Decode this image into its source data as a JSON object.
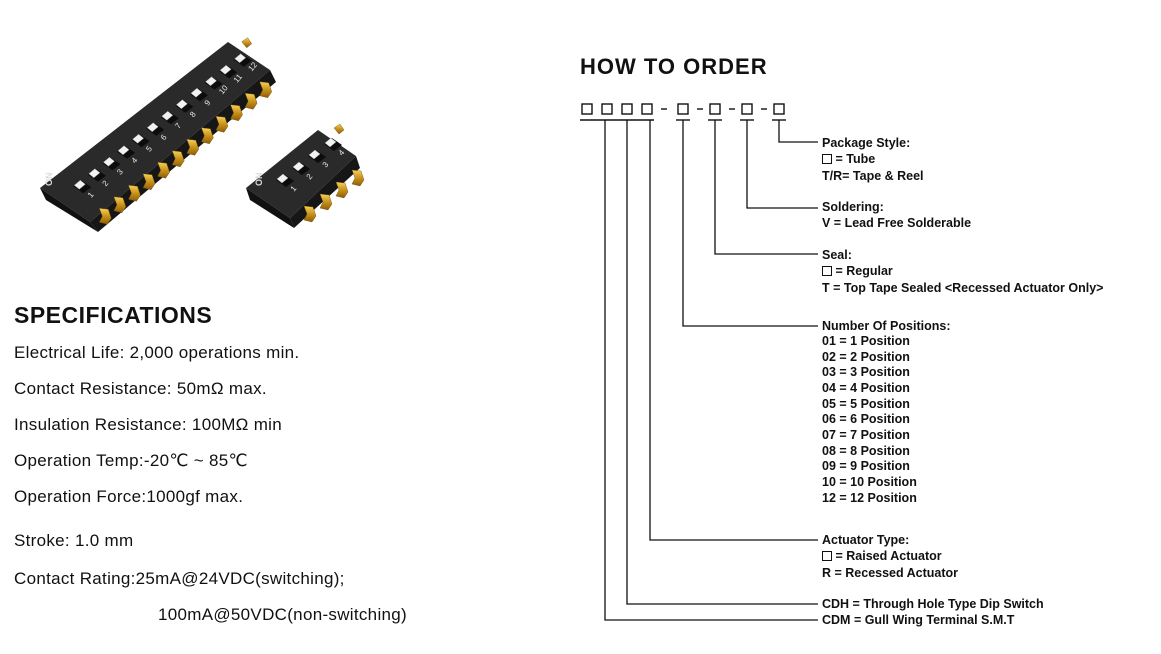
{
  "specifications": {
    "title": "SPECIFICATIONS",
    "lines": [
      "Electrical Life: 2,000 operations min.",
      "Contact Resistance: 50mΩ max.",
      "Insulation Resistance: 100MΩ min",
      "Operation Temp:-20℃ ~ 85℃",
      "Operation Force:1000gf max.",
      "Stroke:  1.0 mm",
      "Contact Rating:25mA@24VDC(switching);",
      "100mA@50VDC(non-switching)"
    ]
  },
  "how_to_order": {
    "title": "HOW TO ORDER",
    "package_style": {
      "heading": "Package Style:",
      "options": [
        " = Tube",
        "T/R= Tape & Reel"
      ]
    },
    "soldering": {
      "heading": "Soldering:",
      "options": [
        "V = Lead Free Solderable"
      ]
    },
    "seal": {
      "heading": "Seal:",
      "options": [
        " = Regular",
        "T = Top Tape Sealed <Recessed Actuator Only>"
      ]
    },
    "positions": {
      "heading": "Number Of Positions:",
      "options": [
        "01 =   1 Position",
        "02 =   2 Position",
        "03 =   3 Position",
        "04 =   4 Position",
        "05 =   5 Position",
        "06 =   6 Position",
        "07 =   7 Position",
        "08 =   8 Position",
        "09 =   9 Position",
        "10 = 10 Position",
        "12 = 12 Position"
      ]
    },
    "actuator": {
      "heading": "Actuator Type:",
      "options": [
        " =  Raised Actuator",
        "R = Recessed Actuator"
      ]
    },
    "series": {
      "options": [
        "CDH    = Through Hole Type Dip Switch",
        "CDM    = Gull Wing Terminal S.M.T"
      ]
    }
  },
  "photo": {
    "large_switch": {
      "on_label": "ON",
      "numbers": [
        "1",
        "2",
        "3",
        "4",
        "5",
        "6",
        "7",
        "8",
        "9",
        "10",
        "11",
        "12"
      ]
    },
    "small_switch": {
      "on_label": "ON",
      "numbers": [
        "1",
        "2",
        "3",
        "4"
      ]
    }
  }
}
